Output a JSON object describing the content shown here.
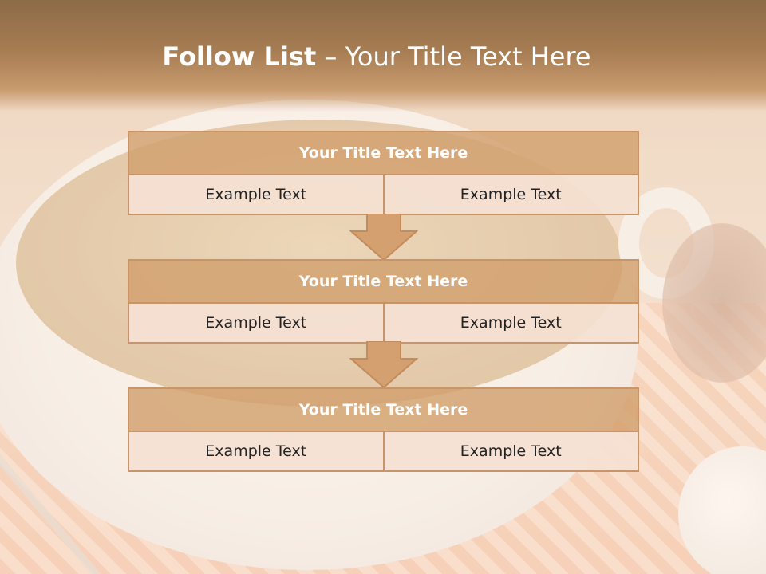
{
  "slide": {
    "title_bold": "Follow List",
    "title_rest": " – Your Title Text Here"
  },
  "blocks": [
    {
      "heading": "Your Title Text Here",
      "left": "Example Text",
      "right": "Example Text"
    },
    {
      "heading": "Your Title Text Here",
      "left": "Example Text",
      "right": "Example Text"
    },
    {
      "heading": "Your Title Text Here",
      "left": "Example Text",
      "right": "Example Text"
    }
  ],
  "colors": {
    "accent": "#c89468",
    "header_fill": "#d4a070",
    "cell_fill": "#f5e1d2",
    "title_band": "#a67c52"
  },
  "icons": [
    "arrow-down-icon",
    "arrow-down-icon"
  ]
}
